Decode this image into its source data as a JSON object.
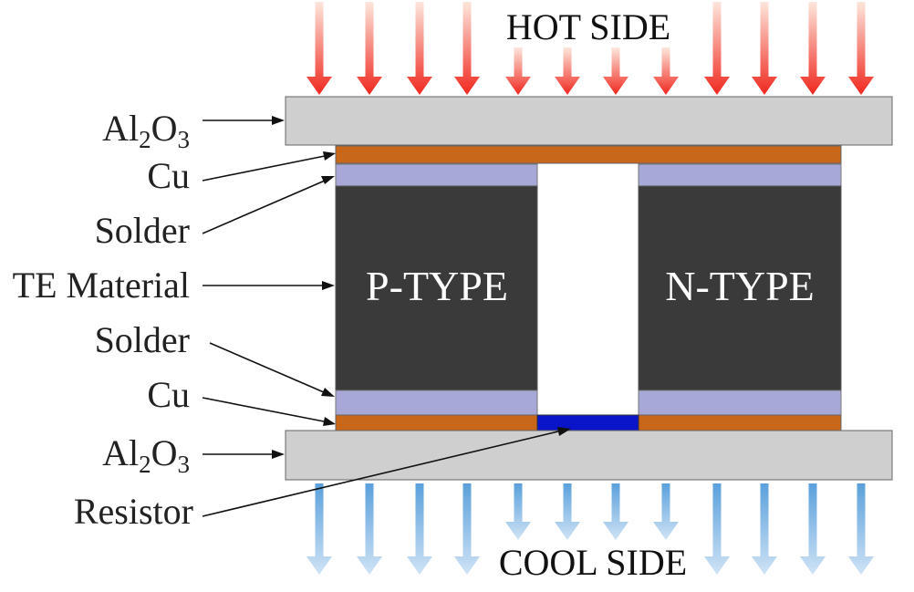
{
  "header": {
    "hot_side": "HOT SIDE"
  },
  "footer": {
    "cool_side": "COOL SIDE"
  },
  "labels": {
    "al2o3_top": {
      "base": "Al",
      "sub1": "2",
      "mid": "O",
      "sub2": "3"
    },
    "cu_top": "Cu",
    "solder_top": "Solder",
    "te_material": "TE Material",
    "solder_bottom": "Solder",
    "cu_bottom": "Cu",
    "al2o3_bottom": {
      "base": "Al",
      "sub1": "2",
      "mid": "O",
      "sub2": "3"
    },
    "resistor": "Resistor"
  },
  "legs": {
    "p_type": "P-TYPE",
    "n_type": "N-TYPE"
  },
  "colors": {
    "ceramic": "#cfcfcf",
    "copper": "#c8661a",
    "solder": "#a7a7d8",
    "te_material": "#3a3a3a",
    "resistor": "#0a14c8",
    "hot_arrow": "#f0281e",
    "cool_arrow": "#5aa0dc"
  },
  "icons": {
    "hot": "heat-arrow-down-icon",
    "cool": "cool-arrow-down-icon"
  }
}
